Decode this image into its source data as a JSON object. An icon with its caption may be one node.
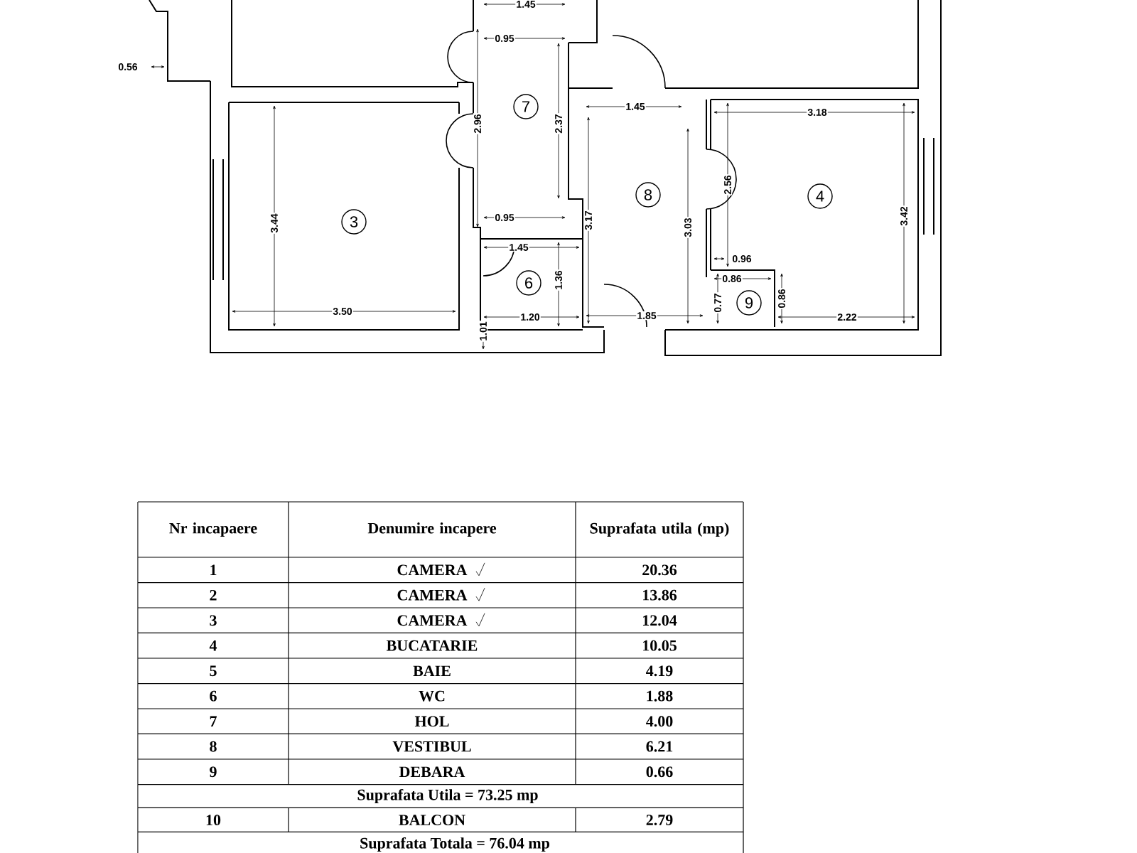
{
  "diagram": {
    "nodes": [
      {
        "text": [
          "7"
        ]
      },
      {
        "text": [
          "8"
        ]
      },
      {
        "text": [
          "4"
        ]
      },
      {
        "text": [
          "3"
        ]
      },
      {
        "text": [
          "6"
        ]
      },
      {
        "text": [
          "9"
        ]
      }
    ],
    "labels": [
      "1.45",
      "0.95",
      "0.56",
      "1.45",
      "3.18",
      "2.96",
      "2.37",
      "2.56",
      "3.44",
      "0.95",
      "3.17",
      "3.03",
      "3.42",
      "1.45",
      "0.96",
      "1.36",
      "0.86",
      "0.77",
      "0.86",
      "3.50",
      "1.20",
      "1.85",
      "2.22",
      "1.01",
      "Nr incapaere",
      "Denumire incapere",
      "Suprafata utila (mp)",
      "1",
      "CAMERA",
      "20.36",
      "2",
      "CAMERA",
      "13.86",
      "3",
      "CAMERA",
      "12.04",
      "4",
      "BUCATARIE",
      "10.05",
      "5",
      "BAIE",
      "4.19",
      "6",
      "WC",
      "1.88",
      "7",
      "HOL",
      "4.00",
      "8",
      "VESTIBUL",
      "6.21",
      "9",
      "DEBARA",
      "0.66",
      "Suprafata Utila =  73.25 mp",
      "10",
      "BALCON",
      "2.79",
      "Suprafata Totala = 76.04 mp"
    ]
  }
}
